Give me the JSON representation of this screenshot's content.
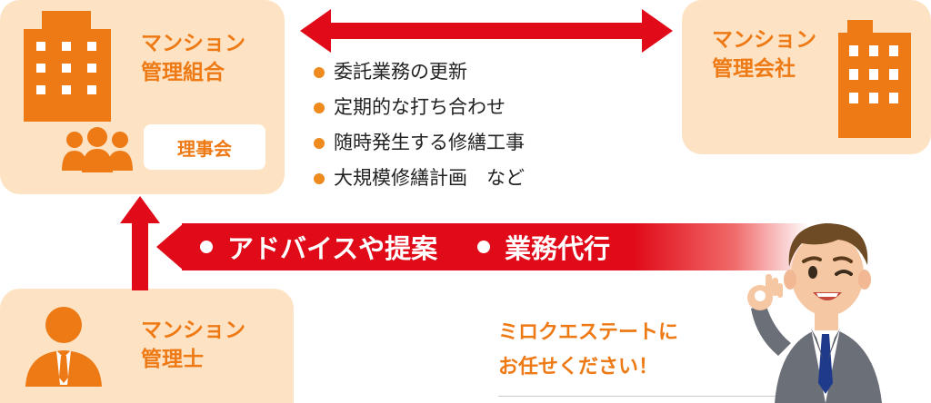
{
  "association": {
    "label_line1": "マンション",
    "label_line2": "管理組合",
    "board_label": "理事会",
    "icon": "building-icon",
    "people_icon": "people-icon"
  },
  "company": {
    "label_line1": "マンション",
    "label_line2": "管理会社",
    "icon": "building-icon"
  },
  "consultant": {
    "label_line1": "マンション",
    "label_line2": "管理士",
    "icon": "person-icon"
  },
  "services": [
    "委託業務の更新",
    "定期的な打ち合わせ",
    "随時発生する修繕工事",
    "大規模修繕計画　など"
  ],
  "banner": {
    "item1": "アドバイスや提案",
    "item2": "業務代行"
  },
  "callout": {
    "line1": "ミロクエステートに",
    "line2": "お任せください！"
  },
  "colors": {
    "orange": "#ee7a16",
    "box_bg": "#fde3c4",
    "red": "#e00a18"
  }
}
